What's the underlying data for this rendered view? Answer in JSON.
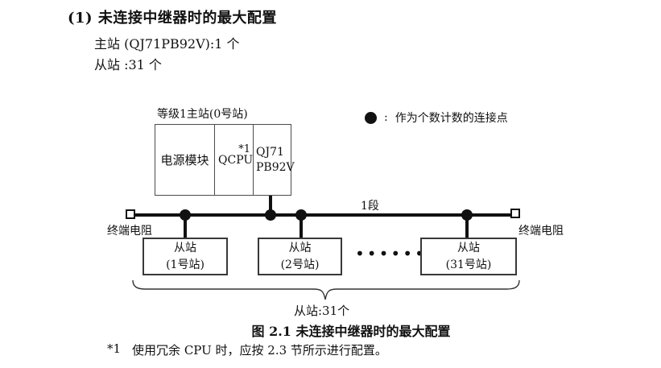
{
  "colors": {
    "ink": "#111111",
    "master_border": "#4c4c4c",
    "slave_border": "#383838"
  },
  "header": {
    "heading": "(1) 未连接中继器时的最大配置",
    "master_count_line": "主站 (QJ71PB92V):1 个",
    "slave_count_line": "从站 :31 个"
  },
  "diagram": {
    "master_station": {
      "label": "等级1主站(0号站)",
      "power_module": "电源模块",
      "cpu": "QCPU",
      "cpu_footnote_ref": "*1",
      "pb92v_line1": "QJ71",
      "pb92v_line2": "PB92V"
    },
    "legend": {
      "separator": ":",
      "text": "作为个数计数的连接点"
    },
    "segment_label": "1段",
    "terminator_left_label": "终端电阻",
    "terminator_right_label": "终端电阻",
    "slaves": [
      {
        "line1": "从站",
        "line2": "(1号站)"
      },
      {
        "line1": "从站",
        "line2": "(2号站)"
      },
      {
        "line1": "从站",
        "line2": "(31号站)"
      }
    ],
    "ellipsis": "••••••",
    "brace_label": "从站:31个"
  },
  "caption": "图 2.1 未连接中继器时的最大配置",
  "footnote": {
    "marker": "*1",
    "text": "使用冗余 CPU 时，应按 2.3 节所示进行配置。"
  }
}
